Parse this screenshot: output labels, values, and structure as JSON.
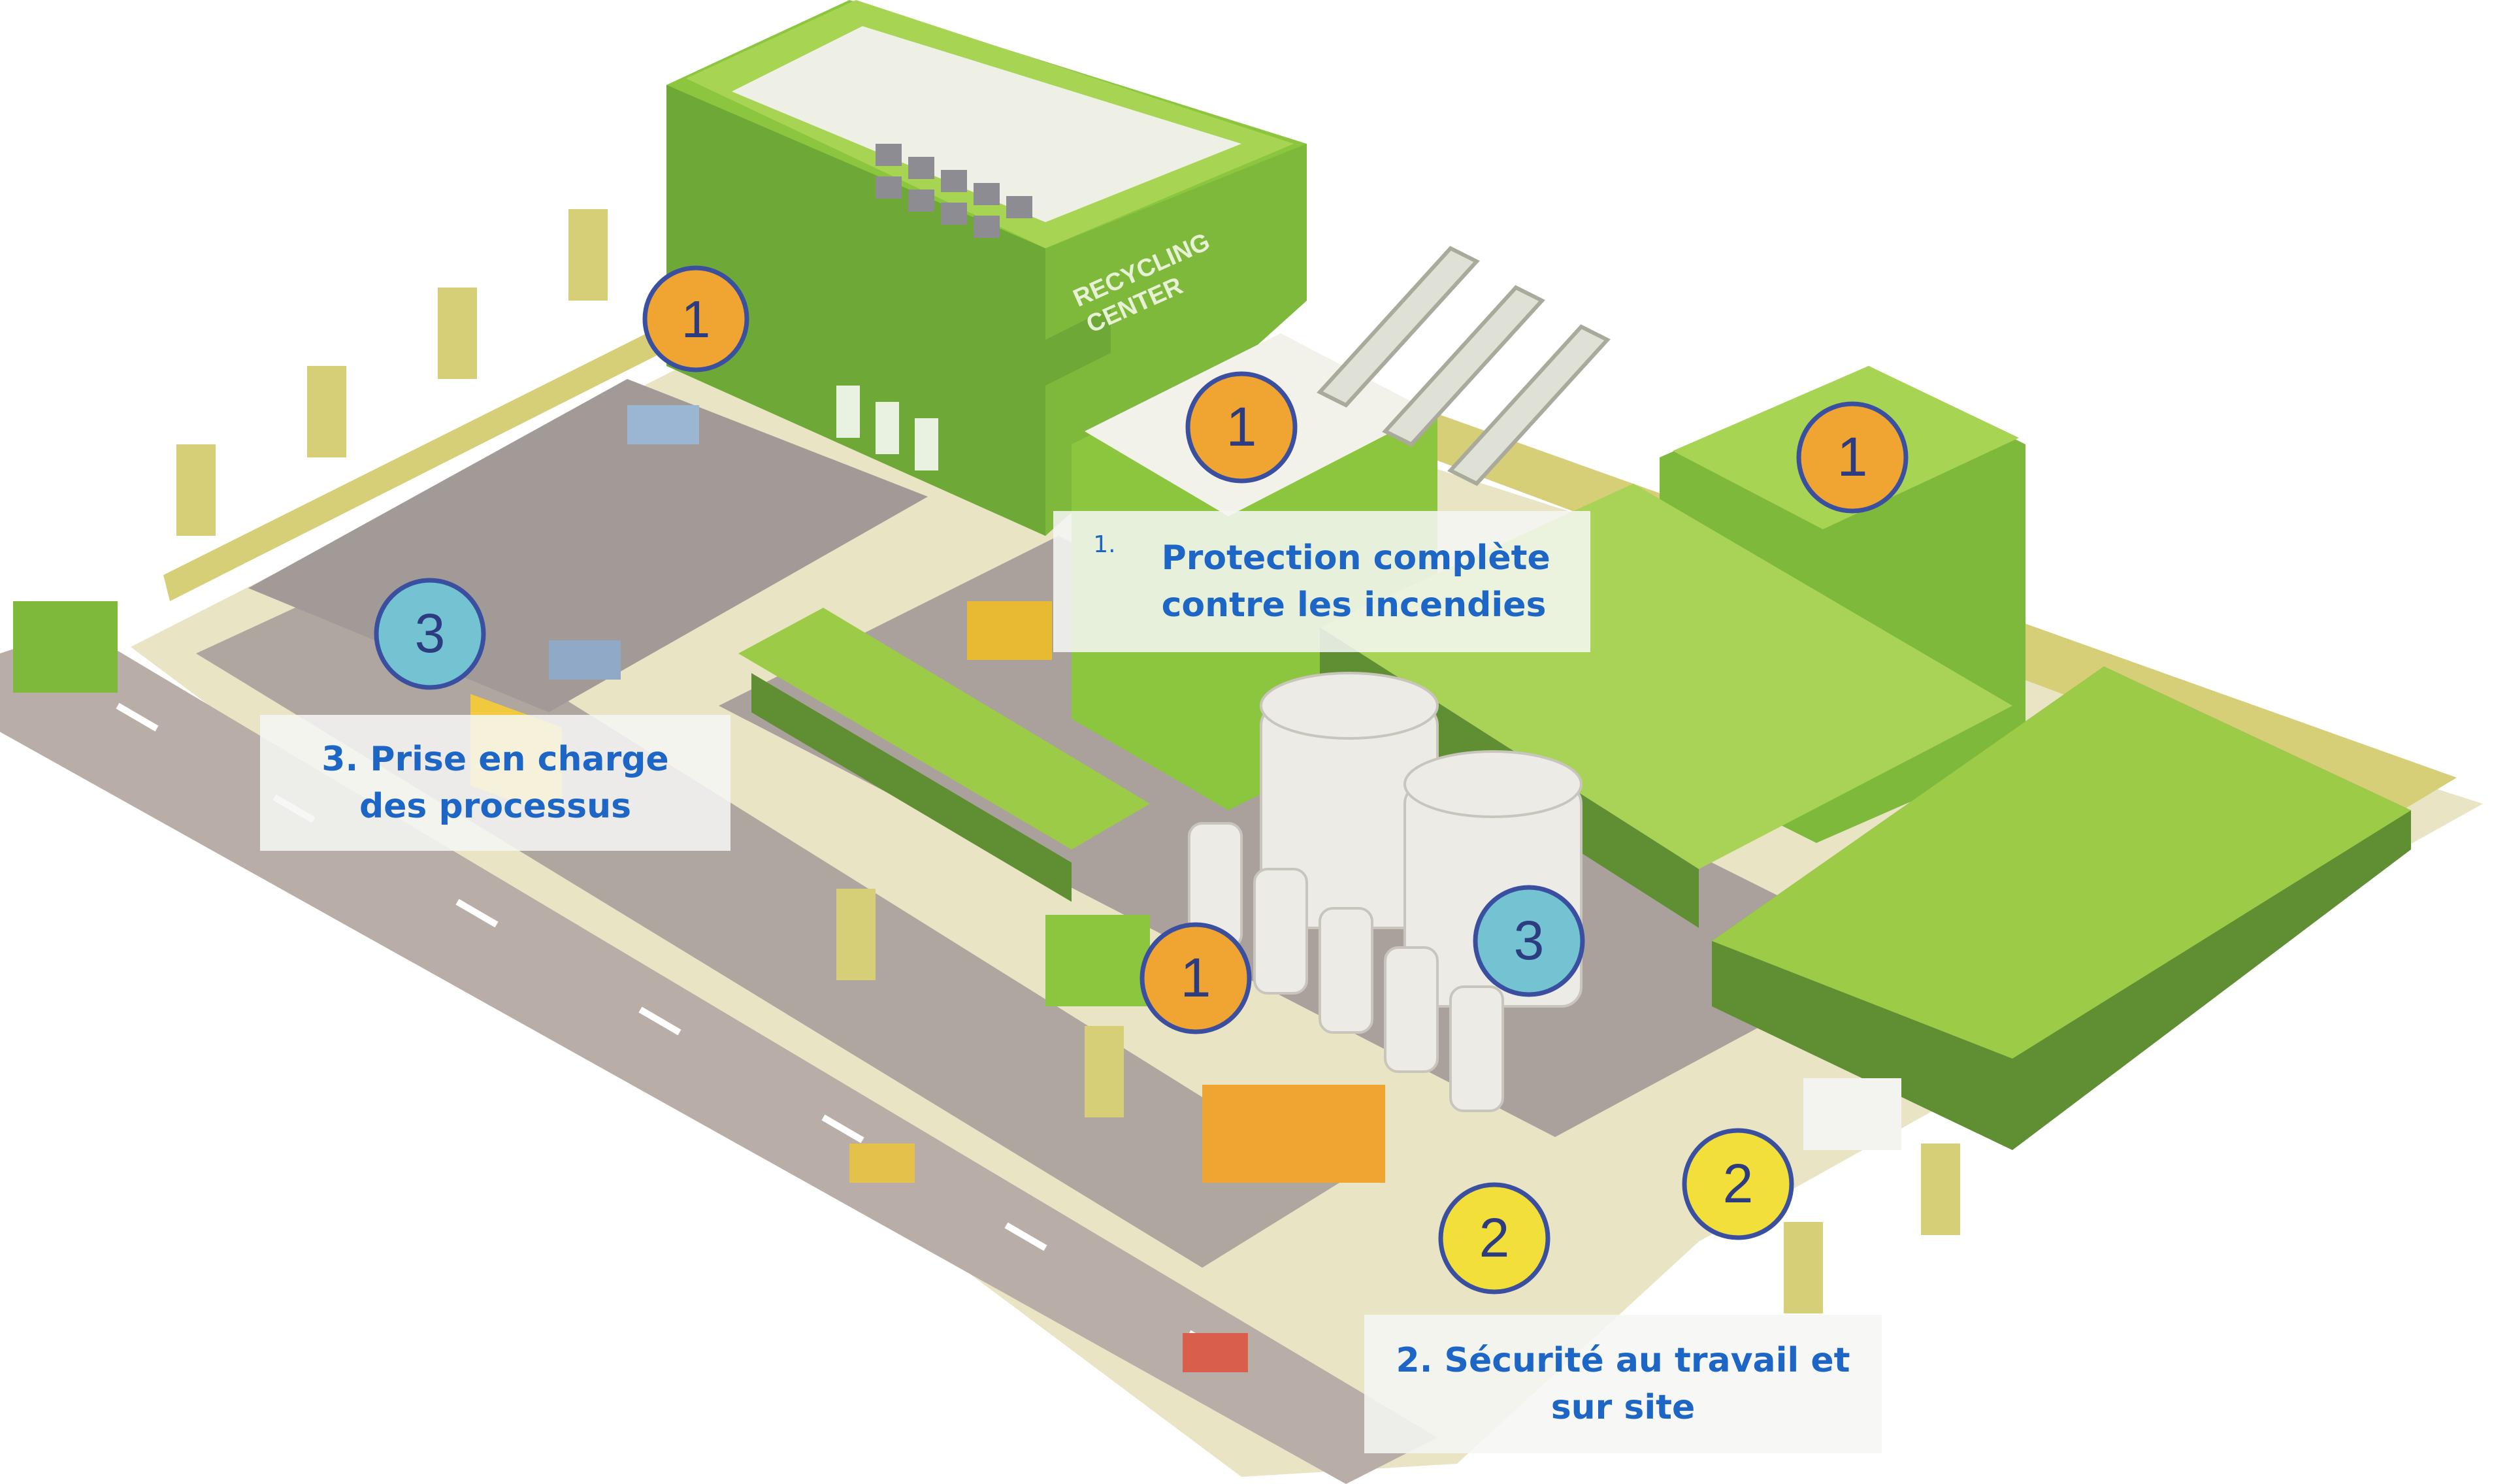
{
  "sign": {
    "line1": "RECYCLING",
    "line2": "CENTER"
  },
  "markers": [
    {
      "label": "1",
      "color": "#f0a431"
    },
    {
      "label": "1",
      "color": "#f0a431"
    },
    {
      "label": "1",
      "color": "#f0a431"
    },
    {
      "label": "1",
      "color": "#f0a431"
    },
    {
      "label": "2",
      "color": "#f2df3a"
    },
    {
      "label": "2",
      "color": "#f2df3a"
    },
    {
      "label": "3",
      "color": "#73c3d3"
    },
    {
      "label": "3",
      "color": "#73c3d3"
    }
  ],
  "callouts": {
    "fire": {
      "num": "1.",
      "text": "Protection complète\ncontre les incendies"
    },
    "process": {
      "text": "3. Prise en charge\ndes processus"
    },
    "safety": {
      "text": "2. Sécurité au travail et\nsur site"
    }
  },
  "colors": {
    "green": "#8ec63f",
    "dark_green": "#5f8f32",
    "road": "#b4aaa3",
    "lot": "#9e9693",
    "sidewalk": "#eee9c0",
    "text_blue": "#1d66c6"
  }
}
